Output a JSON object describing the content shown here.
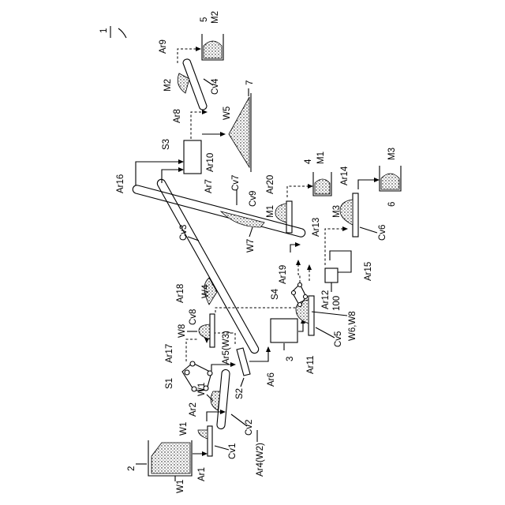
{
  "figure": {
    "system_ref": "1",
    "hopper_ref": "2",
    "crusher_ref": "3",
    "bins": {
      "bin4": {
        "ref": "4",
        "material": "M1"
      },
      "bin5": {
        "ref": "5",
        "material": "M2"
      },
      "bin6": {
        "ref": "6",
        "material": "M3"
      },
      "pile7": {
        "ref": "7",
        "material": "W5"
      }
    },
    "device_100": "100",
    "conveyors": [
      "Cv1",
      "Cv2",
      "Cv3",
      "Cv4",
      "Cv5",
      "Cv6",
      "Cv7",
      "Cv8",
      "Cv9"
    ],
    "separators": [
      "S1",
      "S2",
      "S3",
      "S4"
    ],
    "materials": [
      "W1",
      "W4",
      "W5",
      "W6,W8",
      "W7",
      "W8",
      "M1",
      "M2",
      "M3"
    ],
    "arrows": [
      "Ar1",
      "Ar2",
      "Ar4(W2)",
      "Ar5(W3)",
      "Ar6",
      "Ar7",
      "Ar8",
      "Ar9",
      "Ar10",
      "Ar11",
      "Ar12",
      "Ar13",
      "Ar14",
      "Ar15",
      "Ar16",
      "Ar17",
      "Ar18",
      "Ar19",
      "Ar20"
    ]
  }
}
